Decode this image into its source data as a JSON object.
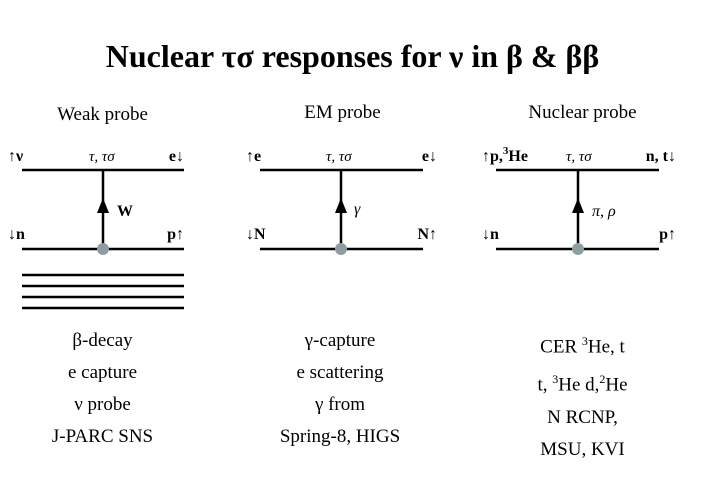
{
  "title": "Nuclear τσ responses for ν in β & ββ",
  "panels": [
    {
      "caption": "Weak probe",
      "top_left": "↑ν",
      "top_mid": "τ, τσ",
      "top_right": "e↓",
      "boson": "W",
      "bottom_left": "↓n",
      "bottom_right": "p↑",
      "lines": [
        "β-decay",
        "e capture",
        "ν probe",
        "J-PARC SNS"
      ]
    },
    {
      "caption": "EM probe",
      "top_left": "↑e",
      "top_mid": "τ, τσ",
      "top_right": "e↓",
      "boson": "γ",
      "bottom_left": "↓N",
      "bottom_right": "N↑",
      "lines": [
        "γ-capture",
        "e scattering",
        "γ from",
        "Spring-8, HIGS"
      ]
    },
    {
      "caption": "Nuclear probe",
      "top_left_a": "↑p,",
      "top_left_sup": "3",
      "top_left_b": "He",
      "top_mid": "τ, τσ",
      "top_right": "n, t↓",
      "boson": "π, ρ",
      "bottom_left": "↓n",
      "bottom_right": "p↑",
      "l1": "CER",
      "l1_sup": "3",
      "l1_tail": "He, t",
      "l2_a": "t,",
      "l2_sup1": "3",
      "l2_b": "He  d,",
      "l2_sup2": "2",
      "l2_c": "He",
      "l3": "N RCNP,",
      "l4": "MSU, KVI"
    }
  ]
}
